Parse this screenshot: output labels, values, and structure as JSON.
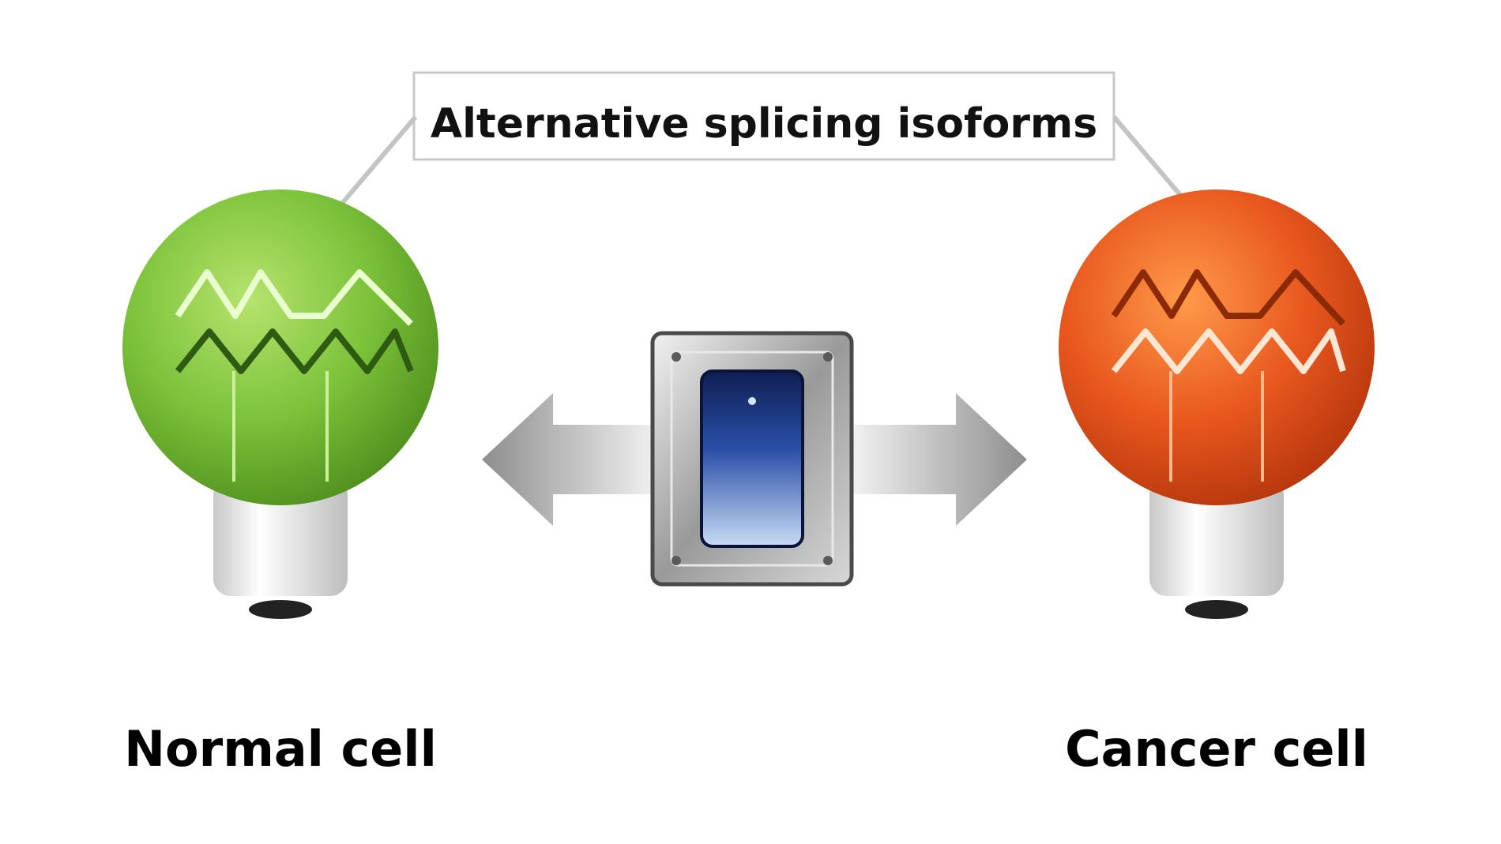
{
  "callout": {
    "label": "Alternative splicing isoforms"
  },
  "normal_cell": {
    "label": "Normal cell",
    "bulb_color": "#7cc23a",
    "icon": "green-lightbulb-icon"
  },
  "cancer_cell": {
    "label": "Cancer cell",
    "bulb_color": "#e8571e",
    "icon": "orange-lightbulb-icon"
  },
  "switch": {
    "icon": "toggle-switch-icon",
    "rocker_color": "#2b4fa8"
  },
  "arrows": {
    "left_icon": "arrow-left-icon",
    "right_icon": "arrow-right-icon"
  }
}
